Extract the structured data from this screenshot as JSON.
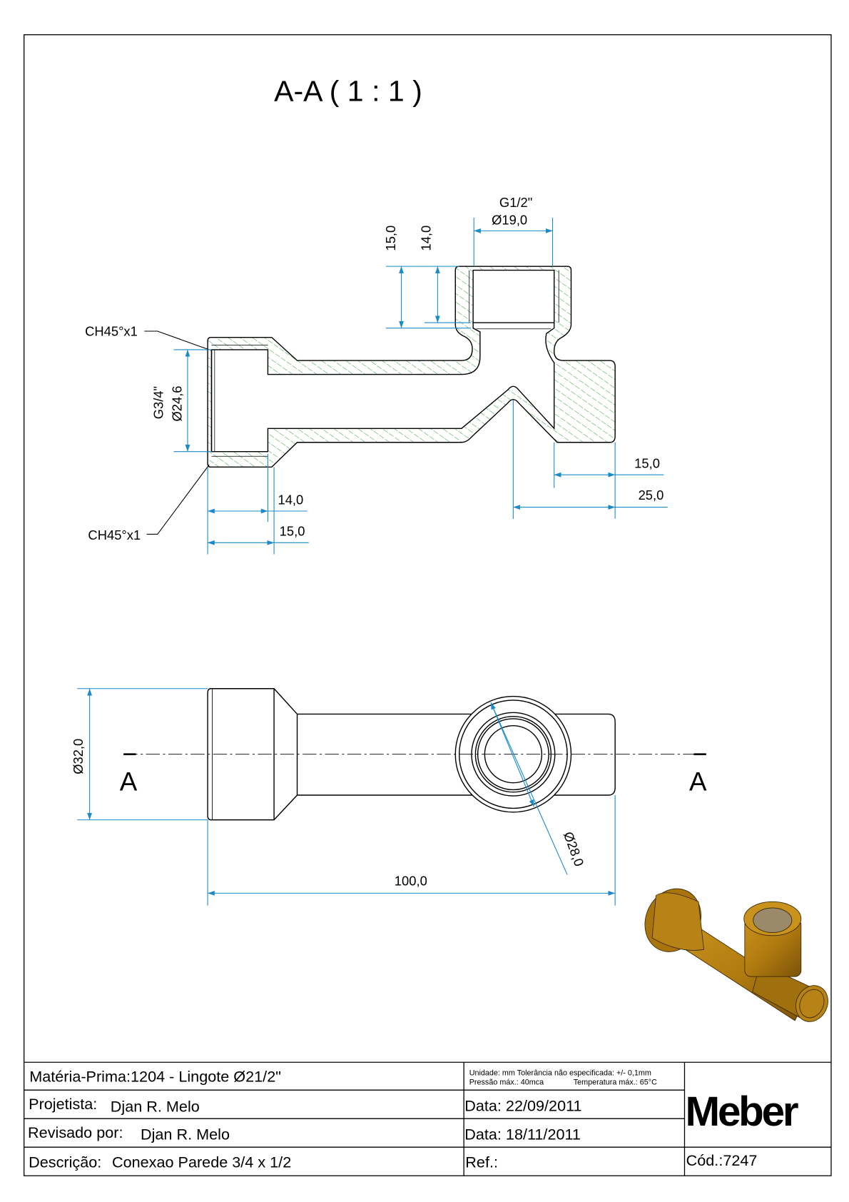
{
  "drawing": {
    "view_title": "A-A ( 1 : 1 )",
    "section_letter_left": "A",
    "section_letter_right": "A",
    "hatch_color": "#2e9a3a",
    "dimension_color": "#1a8ac8"
  },
  "section_view": {
    "thread_top": "G1/2\"",
    "dia_top": "Ø19,0",
    "depth_15": "15,0",
    "depth_14": "14,0",
    "chamfer_top": "CH45°x1",
    "chamfer_bottom": "CH45°x1",
    "thread_left": "G3/4\"",
    "dia_left": "Ø24,6",
    "len_14": "14,0",
    "len_15": "15,0",
    "right_15": "15,0",
    "right_25": "25,0"
  },
  "top_view": {
    "dia_32": "Ø32,0",
    "dia_28": "Ø28,0",
    "length_100": "100,0"
  },
  "title_block": {
    "materia_label": "Matéria-Prima:",
    "materia_value": "1204 - Lingote Ø21/2\"",
    "note_line1": "Unidade: mm Tolerância não especificada: +/- 0,1mm",
    "note_line2_a": "Pressão máx.: 40mca",
    "note_line2_b": "Temperatura máx.: 65°C",
    "projetista_label": "Projetista:",
    "projetista_value": "Djan R. Melo",
    "data1": "Data: 22/09/2011",
    "revisado_label": "Revisado por:",
    "revisado_value": "Djan R. Melo",
    "data2": "Data: 18/11/2011",
    "descricao_label": "Descrição:",
    "descricao_value": "Conexao Parede 3/4 x 1/2",
    "ref": "Ref.:",
    "cod_label": "Cód.:",
    "cod_value": "7247",
    "logo": "Meber"
  }
}
